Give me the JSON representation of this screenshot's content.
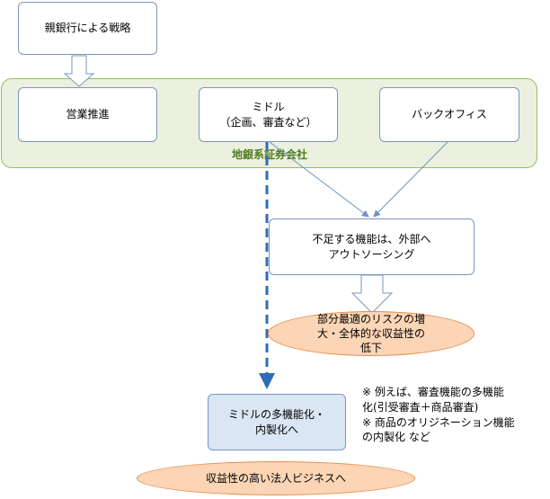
{
  "diagram": {
    "parent_bank_strategy": "親銀行による戦略",
    "sales_promotion": "営業推進",
    "middle": "ミドル\n（企画、審査など）",
    "back_office": "バックオフィス",
    "group_label": "地銀系証券会社",
    "outsourcing": "不足する機能は、外部へ\nアウトソーシング",
    "risk_result": "部分最適のリスクの増\n大・全体的な収益性の\n低下",
    "middle_multi": "ミドルの多機能化・\n内製化へ",
    "note": "※ 例えば、審査機能の多機能\n化(引受審査＋商品審査)\n※ 商品のオリジネーション機能\nの内製化 など",
    "final_goal": "収益性の高い法人ビジネスへ"
  },
  "colors": {
    "box_border": "#7a96c2",
    "group_fill": "#ebf1de",
    "group_border": "#9bbb59",
    "group_label": "#4f7a1f",
    "ellipse_fill": "#fbd5b5",
    "ellipse_border": "#e58e52",
    "highlight_fill": "#dbe6f4",
    "dashed_arrow": "#2e6db4"
  }
}
